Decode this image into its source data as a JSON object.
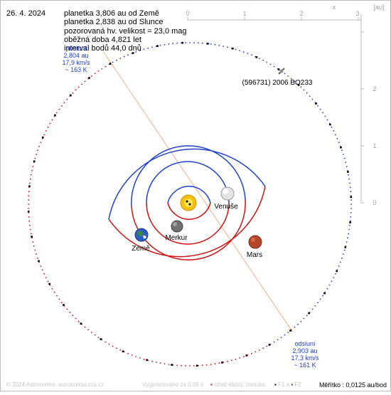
{
  "date": "26. 4. 2024",
  "info": [
    "planetka 3,806 au od Země",
    "planetka 2,838 au od Slunce",
    "pozorovaná hv. velikost = 23,0 mag",
    "oběžná doba 4,821 let",
    "interval bodů 44,0 dnů"
  ],
  "asteroid_name": "(596731) 2006 BO233",
  "perihelion": {
    "title": "přísluní",
    "distance": "2,804 au",
    "speed": "17,9 km/s",
    "temp": "~ 163 K"
  },
  "aphelion": {
    "title": "odsluní",
    "distance": "2,903 au",
    "speed": "17,3 km/s",
    "temp": "~ 161 K"
  },
  "planets": {
    "mercury": "Merkur",
    "venus": "Venuše",
    "earth": "Země",
    "mars": "Mars"
  },
  "axes": {
    "x_ticks": [
      "0",
      "1",
      "2",
      "3"
    ],
    "y_ticks": [
      "0",
      "1",
      "2"
    ],
    "x_label": "x",
    "unit": "[au]"
  },
  "footer": {
    "copyright": "© 2024 Astronomia, astronomia.zcu.cz",
    "generated": "Vygenerováno za 0,09 s",
    "legend_center": "střed elipsy, ohniska",
    "legend_f1": "F1 a",
    "legend_f2": "F2"
  },
  "scale": "Měřítko : 0,0125 au/bod",
  "colors": {
    "orbit_north": "#2040d0",
    "orbit_south": "#d01010",
    "apsis_line": "#f0a070",
    "axis": "#b8b8b8"
  }
}
